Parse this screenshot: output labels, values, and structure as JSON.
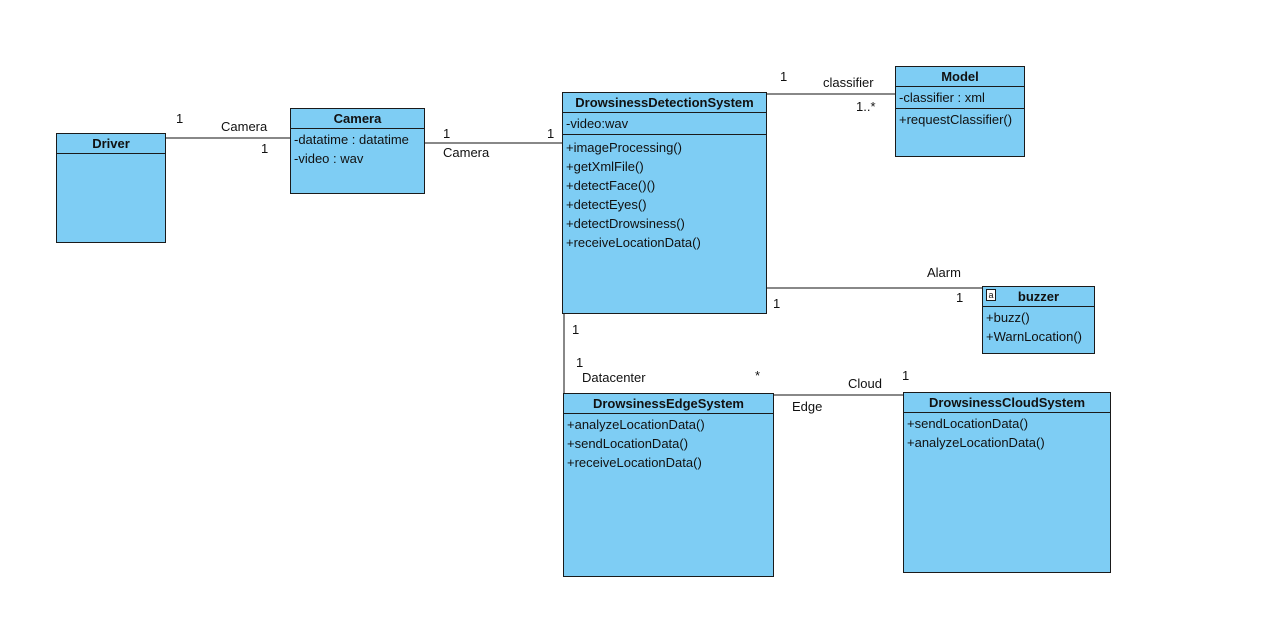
{
  "classes": {
    "driver": {
      "name": "Driver"
    },
    "camera": {
      "name": "Camera",
      "attributes": [
        "-datatime : datatime",
        "-video : wav"
      ]
    },
    "detection": {
      "name": "DrowsinessDetectionSystem",
      "attributes": [
        "-video:wav"
      ],
      "operations": [
        "+imageProcessing()",
        "+getXmlFile()",
        "+detectFace()()",
        "+detectEyes()",
        "+detectDrowsiness()",
        "+receiveLocationData()"
      ]
    },
    "model": {
      "name": "Model",
      "attributes": [
        "-classifier : xml"
      ],
      "operations": [
        "+requestClassifier()"
      ]
    },
    "buzzer": {
      "name": "buzzer",
      "badge": "a",
      "operations": [
        "+buzz()",
        "+WarnLocation()"
      ]
    },
    "edge": {
      "name": "DrowsinessEdgeSystem",
      "operations": [
        "+analyzeLocationData()",
        "+sendLocationData()",
        "+receiveLocationData()"
      ]
    },
    "cloud": {
      "name": "DrowsinessCloudSystem",
      "operations": [
        "+sendLocationData()",
        "+analyzeLocationData()"
      ]
    }
  },
  "associations": {
    "driver_camera": {
      "role": "Camera",
      "mult_driver": "1",
      "mult_camera": "1"
    },
    "camera_detection": {
      "role": "Camera",
      "mult_camera": "1",
      "mult_detection": "1"
    },
    "detection_model": {
      "role": "classifier",
      "mult_detection": "1",
      "mult_model": "1..*"
    },
    "detection_buzzer": {
      "role": "Alarm",
      "mult_detection": "1",
      "mult_buzzer": "1"
    },
    "detection_edge": {
      "role": "Datacenter",
      "mult_detection": "1",
      "mult_edge": "1"
    },
    "edge_cloud": {
      "role_cloud": "Cloud",
      "role_edge": "Edge",
      "mult_edge": "*",
      "mult_cloud": "1"
    }
  }
}
